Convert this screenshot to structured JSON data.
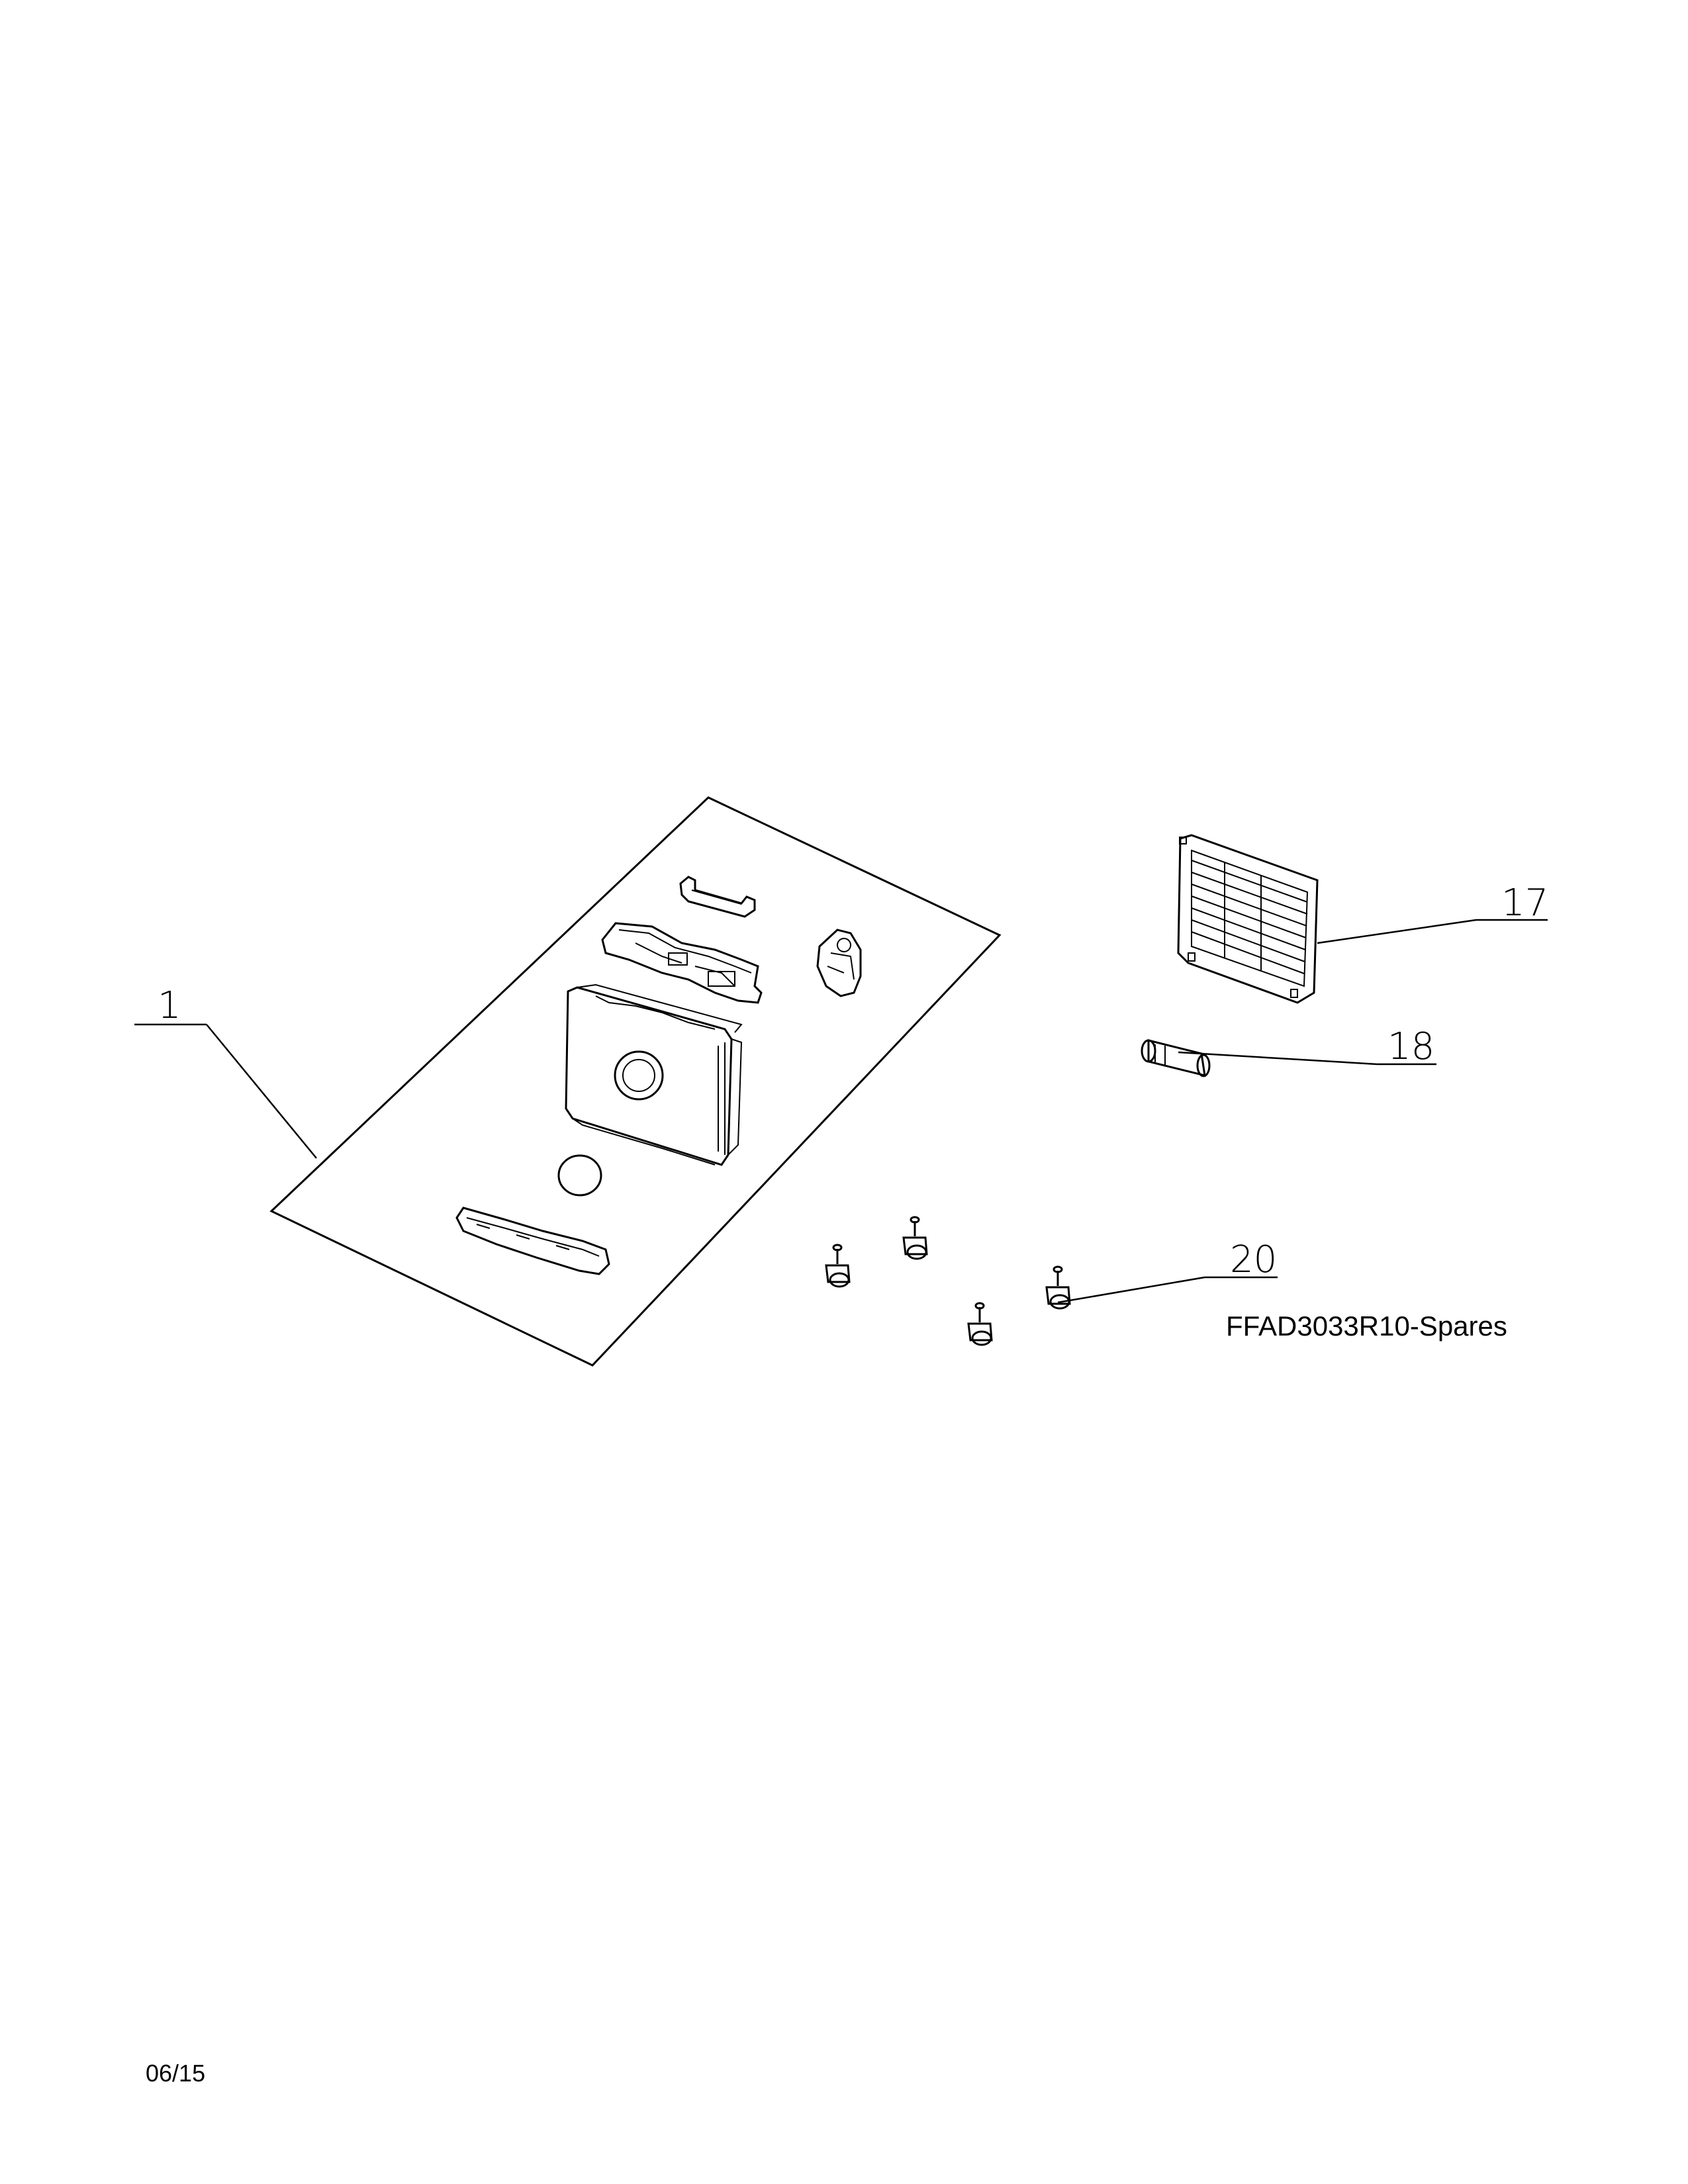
{
  "document": {
    "model_label": "FFAD3033R10-Spares",
    "date": "06/15"
  },
  "callouts": {
    "part_1": "1",
    "part_17": "17",
    "part_18": "18",
    "part_20": "20"
  }
}
